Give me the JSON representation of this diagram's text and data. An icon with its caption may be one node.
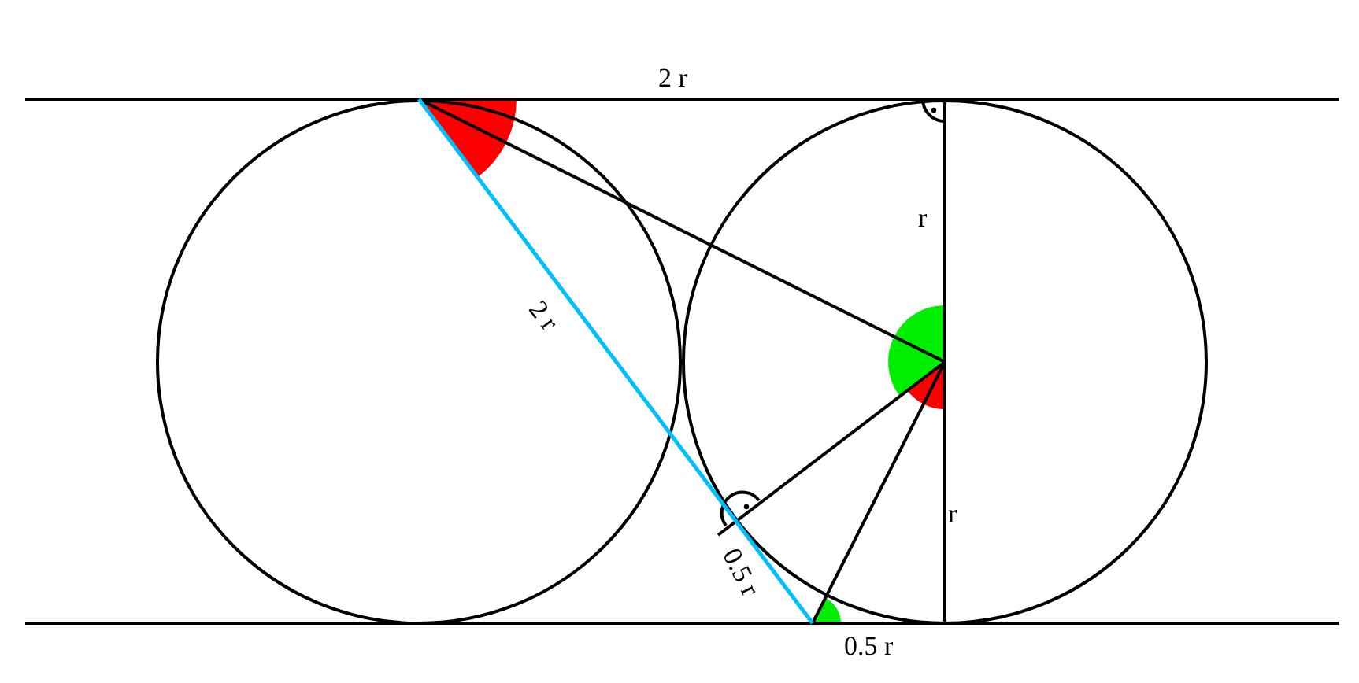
{
  "diagram": {
    "labels": [
      "2 r",
      "r",
      "2 r",
      "r",
      "0.5 r",
      "0.5 r"
    ]
  }
}
